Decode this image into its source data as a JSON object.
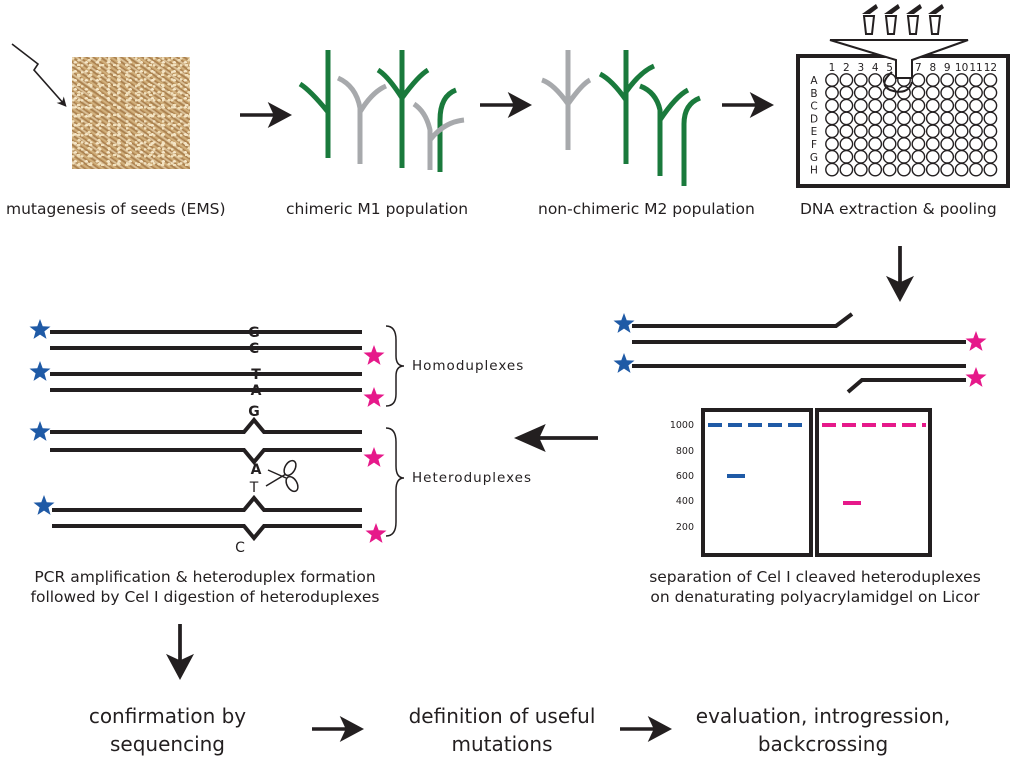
{
  "top_row": {
    "step1": "mutagenesis of seeds (EMS)",
    "step2": "chimeric M1 population",
    "step3": "non-chimeric M2 population",
    "step4": "DNA extraction & pooling"
  },
  "plate": {
    "columns": [
      "1",
      "2",
      "3",
      "4",
      "5",
      "6",
      "7",
      "8",
      "9",
      "10",
      "11",
      "12"
    ],
    "rows": [
      "A",
      "B",
      "C",
      "D",
      "E",
      "F",
      "G",
      "H"
    ]
  },
  "duplex": {
    "bases": [
      "G",
      "C",
      "T",
      "A",
      "G",
      "A",
      "T",
      "C"
    ],
    "homoduplexes_label": "Homoduplexes",
    "heteroduplexes_label": "Heteroduplexes"
  },
  "gel": {
    "size_markers": [
      "1000",
      "800",
      "600",
      "400",
      "200"
    ]
  },
  "middle_row": {
    "pcr_line1": "PCR amplification  &  heteroduplex formation",
    "pcr_line2": "followed by Cel I digestion of heteroduplexes",
    "sep_line1": "separation of Cel I cleaved heteroduplexes",
    "sep_line2": "on denaturating polyacrylamidgel on Licor"
  },
  "bottom_row": {
    "confirm_line1": "confirmation by",
    "confirm_line2": "sequencing",
    "define_line1": "definition of useful",
    "define_line2": "mutations",
    "eval_line1": "evaluation, introgression,",
    "eval_line2": "backcrossing"
  },
  "colors": {
    "plant_green": "#1a7a3c",
    "plant_gray": "#a7a9ac",
    "star_blue": "#1f5aa6",
    "star_magenta": "#e6198a",
    "ink": "#231f20"
  }
}
